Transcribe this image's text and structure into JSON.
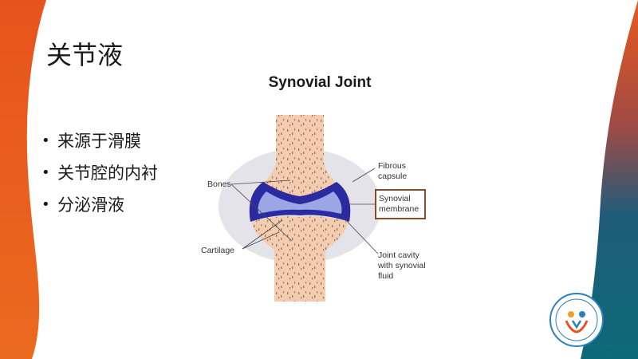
{
  "slide": {
    "title": "关节液",
    "bullets": [
      "来源于滑膜",
      "关节腔的内衬",
      "分泌滑液"
    ]
  },
  "figure": {
    "title": "Synovial Joint",
    "labels": {
      "bones": "Bones",
      "cartilage": "Cartilage",
      "fibrous_capsule_line1": "Fibrous",
      "fibrous_capsule_line2": "capsule",
      "synovial_membrane_line1": "Synovial",
      "synovial_membrane_line2": "membrane",
      "joint_cavity_line1": "Joint cavity",
      "joint_cavity_line2": "with synovial",
      "joint_cavity_line3": "fluid"
    },
    "colors": {
      "bone": "#f4cdb0",
      "bone_speckle": "#9c7a66",
      "capsule": "#e3e3e9",
      "cavity": "#9aa7e4",
      "membrane": "#2b2aa0",
      "label_box": "#8b4a2c"
    }
  },
  "theme": {
    "accent_left": "#e8531d",
    "accent_right": "#0f6b7a"
  },
  "logo": {
    "icon": "university-logo-icon"
  }
}
